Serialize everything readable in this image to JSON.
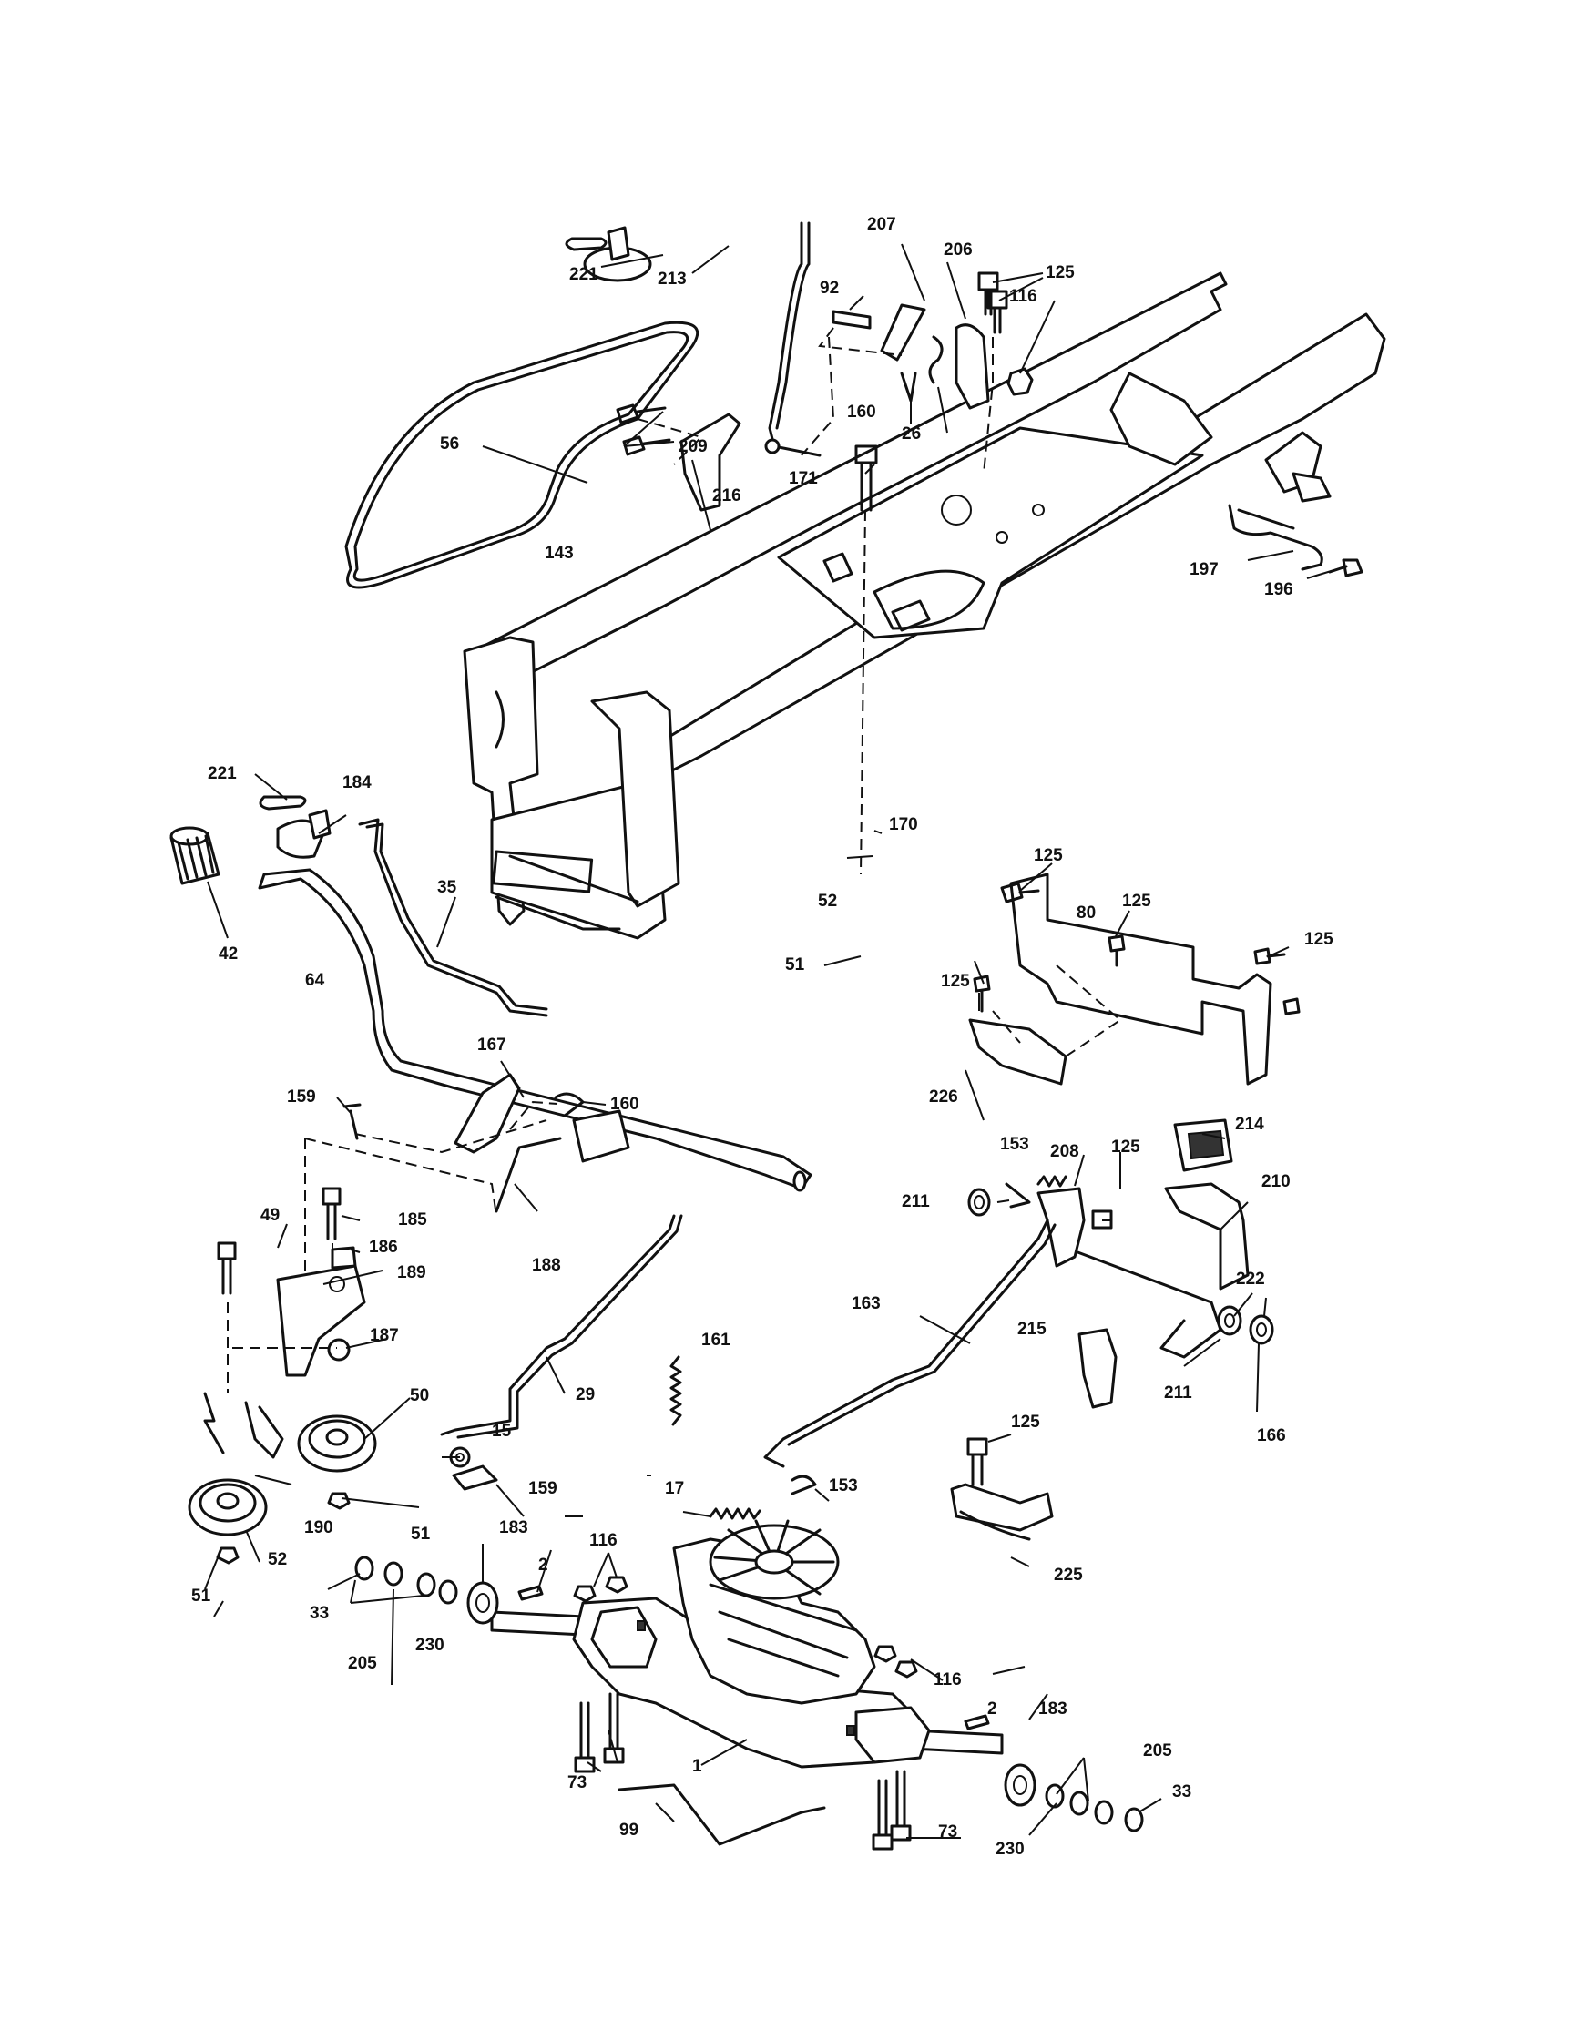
{
  "labels": [
    {
      "id": "221a",
      "text": "221"
    },
    {
      "id": "213",
      "text": "213"
    },
    {
      "id": "92",
      "text": "92"
    },
    {
      "id": "207",
      "text": "207"
    },
    {
      "id": "206",
      "text": "206"
    },
    {
      "id": "125a",
      "text": "125"
    },
    {
      "id": "116a",
      "text": "116"
    },
    {
      "id": "160a",
      "text": "160"
    },
    {
      "id": "26",
      "text": "26"
    },
    {
      "id": "56",
      "text": "56"
    },
    {
      "id": "209",
      "text": "209"
    },
    {
      "id": "171",
      "text": "171"
    },
    {
      "id": "216",
      "text": "216"
    },
    {
      "id": "143",
      "text": "143"
    },
    {
      "id": "197",
      "text": "197"
    },
    {
      "id": "196",
      "text": "196"
    },
    {
      "id": "221b",
      "text": "221"
    },
    {
      "id": "184",
      "text": "184"
    },
    {
      "id": "35",
      "text": "35"
    },
    {
      "id": "42",
      "text": "42"
    },
    {
      "id": "170",
      "text": "170"
    },
    {
      "id": "52a",
      "text": "52"
    },
    {
      "id": "51a",
      "text": "51"
    },
    {
      "id": "125b",
      "text": "125"
    },
    {
      "id": "80",
      "text": "80"
    },
    {
      "id": "125c",
      "text": "125"
    },
    {
      "id": "125d",
      "text": "125"
    },
    {
      "id": "125e",
      "text": "125"
    },
    {
      "id": "64",
      "text": "64"
    },
    {
      "id": "226",
      "text": "226"
    },
    {
      "id": "167",
      "text": "167"
    },
    {
      "id": "160b",
      "text": "160"
    },
    {
      "id": "159a",
      "text": "159"
    },
    {
      "id": "214",
      "text": "214"
    },
    {
      "id": "153a",
      "text": "153"
    },
    {
      "id": "208",
      "text": "208"
    },
    {
      "id": "125f",
      "text": "125"
    },
    {
      "id": "210",
      "text": "210"
    },
    {
      "id": "211a",
      "text": "211"
    },
    {
      "id": "49",
      "text": "49"
    },
    {
      "id": "185",
      "text": "185"
    },
    {
      "id": "186",
      "text": "186"
    },
    {
      "id": "188",
      "text": "188"
    },
    {
      "id": "189",
      "text": "189"
    },
    {
      "id": "163",
      "text": "163"
    },
    {
      "id": "222",
      "text": "222"
    },
    {
      "id": "161",
      "text": "161"
    },
    {
      "id": "215",
      "text": "215"
    },
    {
      "id": "187",
      "text": "187"
    },
    {
      "id": "211b",
      "text": "211"
    },
    {
      "id": "29",
      "text": "29"
    },
    {
      "id": "50",
      "text": "50"
    },
    {
      "id": "166",
      "text": "166"
    },
    {
      "id": "15",
      "text": "15"
    },
    {
      "id": "125g",
      "text": "125"
    },
    {
      "id": "159b",
      "text": "159"
    },
    {
      "id": "17",
      "text": "17"
    },
    {
      "id": "153b",
      "text": "153"
    },
    {
      "id": "190",
      "text": "190"
    },
    {
      "id": "51b",
      "text": "51"
    },
    {
      "id": "183a",
      "text": "183"
    },
    {
      "id": "116b",
      "text": "116"
    },
    {
      "id": "225",
      "text": "225"
    },
    {
      "id": "2a",
      "text": "2"
    },
    {
      "id": "51c",
      "text": "51"
    },
    {
      "id": "52b",
      "text": "52"
    },
    {
      "id": "33a",
      "text": "33"
    },
    {
      "id": "230a",
      "text": "230"
    },
    {
      "id": "205a",
      "text": "205"
    },
    {
      "id": "116c",
      "text": "116"
    },
    {
      "id": "2b",
      "text": "2"
    },
    {
      "id": "183b",
      "text": "183"
    },
    {
      "id": "73a",
      "text": "73"
    },
    {
      "id": "1",
      "text": "1"
    },
    {
      "id": "205b",
      "text": "205"
    },
    {
      "id": "33b",
      "text": "33"
    },
    {
      "id": "99",
      "text": "99"
    },
    {
      "id": "230b",
      "text": "230"
    },
    {
      "id": "73b",
      "text": "73"
    }
  ]
}
